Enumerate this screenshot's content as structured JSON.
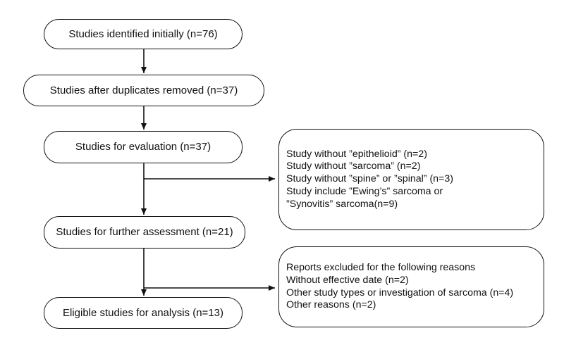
{
  "flow": {
    "step1": "Studies identified initially (n=76)",
    "step2": "Studies after duplicates removed (n=37)",
    "step3": "Studies for evaluation (n=37)",
    "step4": "Studies for further assessment (n=21)",
    "step5": "Eligible studies for analysis (n=13)"
  },
  "exclusion1": {
    "lines": [
      "Study without ”epithelioid” (n=2)",
      "Study without ”sarcoma” (n=2)",
      "Study without ”spine” or ”spinal”  (n=3)",
      "Study include ”Ewing’s” sarcoma or",
      "”Synovitis” sarcoma(n=9)"
    ]
  },
  "exclusion2": {
    "lines": [
      "Reports excluded for the following reasons",
      "Without effective date (n=2)",
      "Other study types or investigation of sarcoma (n=4)",
      "Other reasons (n=2)"
    ]
  }
}
